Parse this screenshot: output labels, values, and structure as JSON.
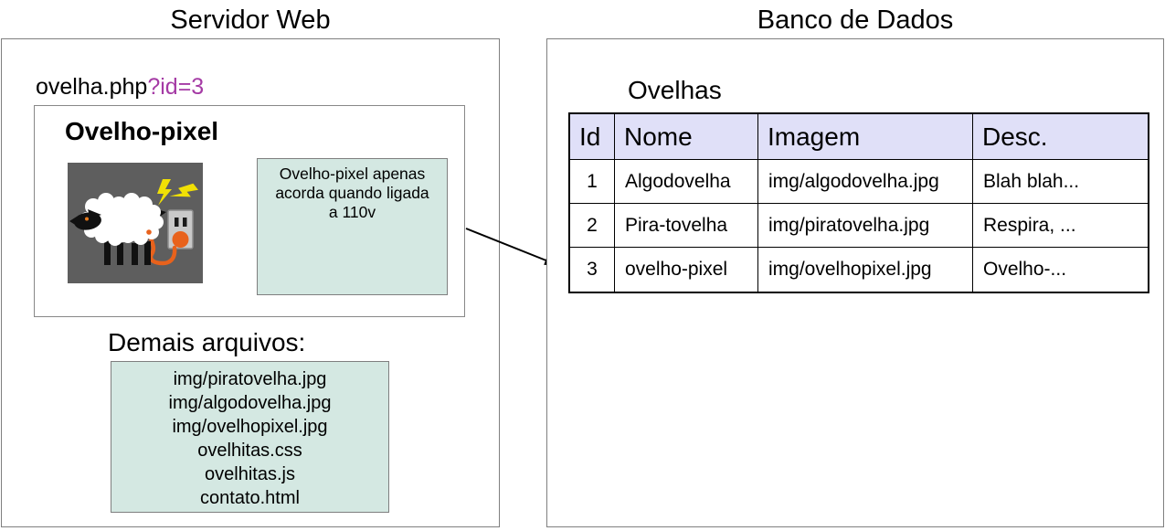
{
  "diagram": {
    "left_title": "Servidor Web",
    "right_title": "Banco de Dados"
  },
  "server": {
    "url_file": "ovelha.php",
    "url_query": "?id=3",
    "page_heading": "Ovelho-pixel",
    "note_lines": [
      "Ovelho-pixel apenas",
      "acorda quando ligada",
      "a 110v"
    ],
    "files_heading": "Demais arquivos:",
    "files": [
      "img/piratovelha.jpg",
      "img/algodovelha.jpg",
      "img/ovelhopixel.jpg",
      "ovelhitas.css",
      "ovelhitas.js",
      "contato.html"
    ]
  },
  "database": {
    "table_label": "Ovelhas",
    "columns": [
      "Id",
      "Nome",
      "Imagem",
      "Desc."
    ],
    "rows": [
      [
        "1",
        "Algodovelha",
        "img/algodovelha.jpg",
        "Blah blah..."
      ],
      [
        "2",
        "Pira-tovelha",
        "img/piratovelha.jpg",
        "Respira, ..."
      ],
      [
        "3",
        "ovelho-pixel",
        "img/ovelhopixel.jpg",
        "Ovelho-..."
      ]
    ]
  },
  "colors": {
    "query_accent": "#a53ba5",
    "note_bg": "#d4e8e2",
    "table_header_bg": "#e0e0f8",
    "box_border": "#7f7f7f"
  }
}
